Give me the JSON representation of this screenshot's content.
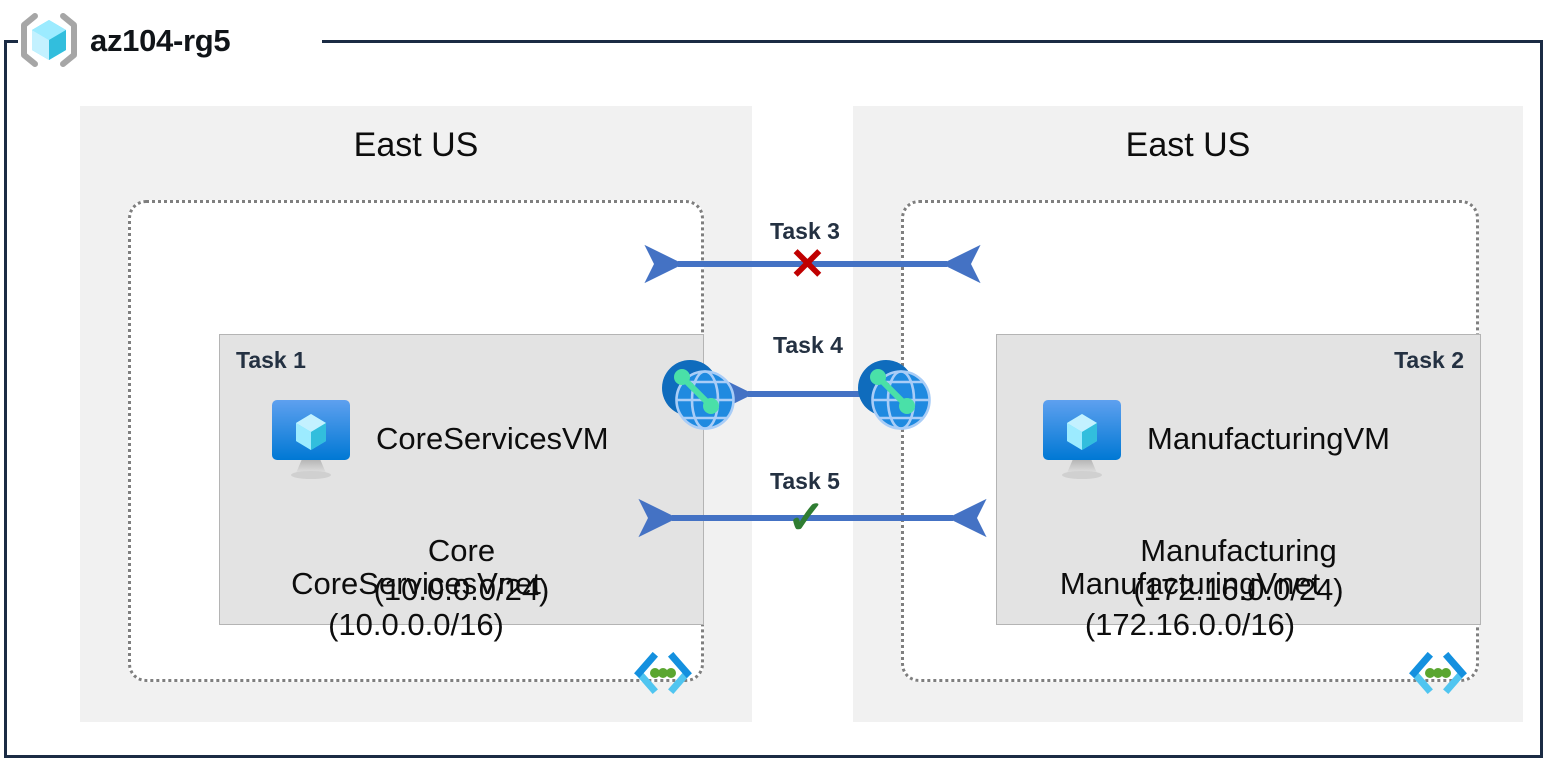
{
  "resource_group": {
    "name": "az104-rg5",
    "icon": "azure-resource-group-icon"
  },
  "regions": [
    {
      "id": "left",
      "label": "East US"
    },
    {
      "id": "right",
      "label": "East US"
    }
  ],
  "vnets": [
    {
      "id": "core-services-vnet",
      "name": "CoreServicesVnet",
      "address_space": "(10.0.0.0/16)",
      "icon": "vnet-icon",
      "subnet": {
        "task_tag": "Task 1",
        "task_tag_align": "left",
        "name": "Core",
        "address_space": "(10.0.0.0/24)",
        "vm": {
          "name": "CoreServicesVM",
          "icon": "virtual-machine-icon"
        }
      }
    },
    {
      "id": "manufacturing-vnet",
      "name": "ManufacturingVnet",
      "address_space": "(172.16.0.0/16)",
      "icon": "vnet-icon",
      "subnet": {
        "task_tag": "Task 2",
        "task_tag_align": "right",
        "name": "Manufacturing",
        "address_space": "(172.16.0.0/24)",
        "vm": {
          "name": "ManufacturingVM",
          "icon": "virtual-machine-icon"
        }
      }
    }
  ],
  "connections": [
    {
      "id": "task-3",
      "label": "Task 3",
      "marker": "✕",
      "marker_type": "cross",
      "marker_color": "#c00000",
      "arrow": "bidirectional"
    },
    {
      "id": "task-4",
      "label": "Task 4",
      "marker": "",
      "marker_type": "peering",
      "arrow": "bidirectional",
      "endpoint_icon": "vnet-peering-icon"
    },
    {
      "id": "task-5",
      "label": "Task 5",
      "marker": "✓",
      "marker_type": "check",
      "marker_color": "#2f7d32",
      "arrow": "bidirectional"
    }
  ],
  "colors": {
    "frame": "#1b2b44",
    "region_bg": "#f1f1f1",
    "subnet_bg": "#e3e3e3",
    "arrow": "#4472c4",
    "task_label": "#243142",
    "success": "#2f7d32",
    "failure": "#c00000",
    "azure_blue": "#0078d4",
    "vnet_green": "#5aa630"
  }
}
